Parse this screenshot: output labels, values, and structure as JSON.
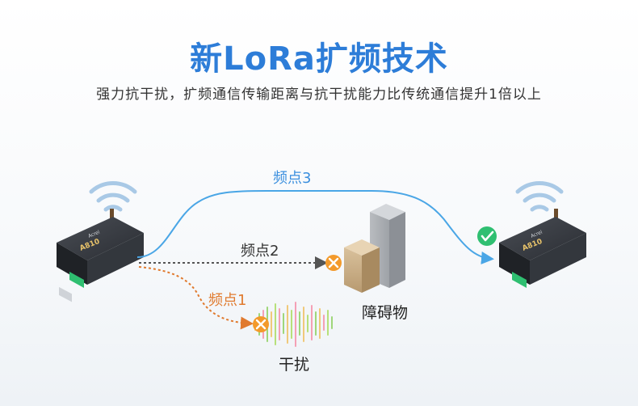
{
  "header": {
    "title": "新LoRa扩频技术",
    "subtitle": "强力抗干扰，扩频通信传输距离与抗干扰能力比传统通信提升1倍以上"
  },
  "diagram": {
    "path_labels": {
      "freq3": "频点3",
      "freq2": "频点2",
      "freq1": "频点1"
    },
    "obstacle_label": "障碍物",
    "interference_label": "干扰",
    "device_model": "A810",
    "device_brand": "Acrel",
    "colors": {
      "title": "#2d7dd8",
      "path_success": "#4aa6e6",
      "path_blocked": "#555555",
      "path_interference": "#e07a2e",
      "fail_marker": "#f39a2b",
      "success_marker": "#2fbf71",
      "wifi": "#a9c9e6"
    }
  }
}
